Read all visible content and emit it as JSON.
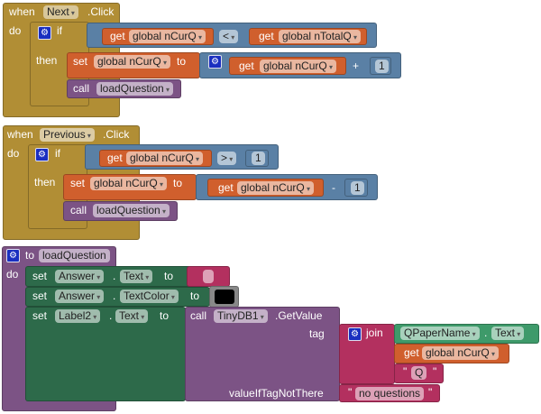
{
  "next_click": {
    "when": "when",
    "component": "Next",
    "event": ".Click",
    "do": "do",
    "if": "if",
    "then": "then",
    "get": "get",
    "var_cur": "global nCurQ",
    "op_lt": "<",
    "var_total": "global nTotalQ",
    "set": "set",
    "to": "to",
    "plus": "+",
    "one": "1",
    "call": "call",
    "proc": "loadQuestion"
  },
  "prev_click": {
    "when": "when",
    "component": "Previous",
    "event": ".Click",
    "do": "do",
    "if": "if",
    "then": "then",
    "get": "get",
    "var_cur": "global nCurQ",
    "op_gt": ">",
    "one": "1",
    "set": "set",
    "to": "to",
    "minus": "-",
    "call": "call",
    "proc": "loadQuestion"
  },
  "load_question": {
    "to": "to",
    "name": "loadQuestion",
    "do": "do",
    "set": "set",
    "to_kw": "to",
    "dot": ".",
    "answer": "Answer",
    "text_prop": "Text",
    "textcolor_prop": "TextColor",
    "label2": "Label2",
    "call": "call",
    "tinydb": "TinyDB1",
    "getvalue": ".GetValue",
    "tag": "tag",
    "join": "join",
    "qpapername": "QPaperName",
    "get": "get",
    "var_cur": "global nCurQ",
    "q_str": "Q",
    "value_if": "valueIfTagNotThere",
    "no_questions": "no questions",
    "quote": "\"",
    "color_value": "#000000"
  }
}
